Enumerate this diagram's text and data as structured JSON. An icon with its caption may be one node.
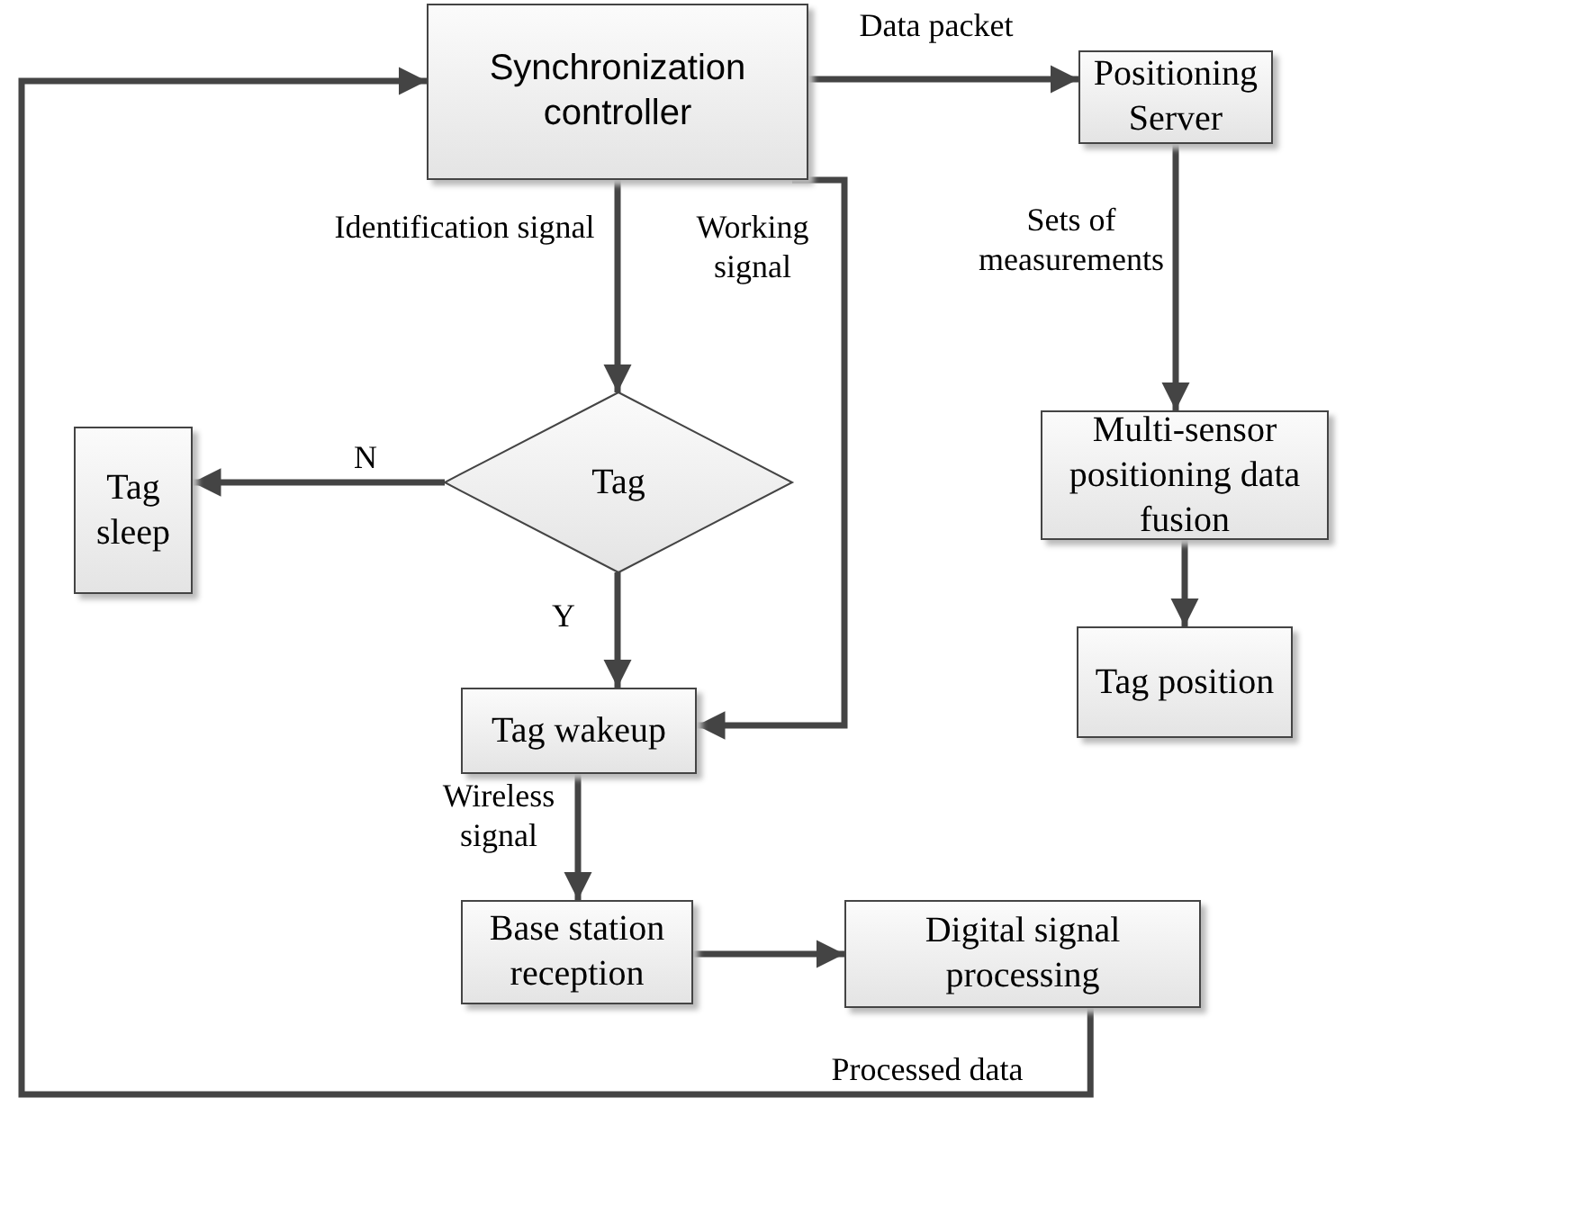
{
  "diagram": {
    "nodes": [
      {
        "text": [
          "Synchronization controller"
        ]
      },
      {
        "text": [
          "Positioning Server"
        ]
      },
      {
        "text": [
          "Tag"
        ]
      },
      {
        "text": [
          "Tag sleep"
        ]
      },
      {
        "text": [
          "Multi-sensor positioning data fusion"
        ]
      },
      {
        "text": [
          "Tag position"
        ]
      },
      {
        "text": [
          "Tag wakeup"
        ]
      },
      {
        "text": [
          "Base station reception"
        ]
      },
      {
        "text": [
          "Digital signal processing"
        ]
      }
    ],
    "edges": [
      {
        "from": 0,
        "to": 2,
        "arrow": "to",
        "label": "Identification signal"
      },
      {
        "from": 0,
        "to": 6,
        "arrow": "to",
        "label": "Working signal"
      },
      {
        "from": 2,
        "to": 3,
        "arrow": "to",
        "label": "N"
      },
      {
        "from": 2,
        "to": 6,
        "arrow": "to",
        "label": "Y"
      },
      {
        "from": 0,
        "to": 1,
        "arrow": "to",
        "label": "Data packet"
      },
      {
        "from": 1,
        "to": 4,
        "arrow": "to",
        "label": "Sets of measurements"
      },
      {
        "from": 4,
        "to": 5,
        "arrow": "to"
      },
      {
        "from": 6,
        "to": 7,
        "arrow": "to",
        "label": "Wireless signal"
      },
      {
        "from": 7,
        "to": 8,
        "arrow": "to"
      },
      {
        "from": 8,
        "to": 0,
        "arrow": "to",
        "label": "Processed data"
      }
    ]
  }
}
